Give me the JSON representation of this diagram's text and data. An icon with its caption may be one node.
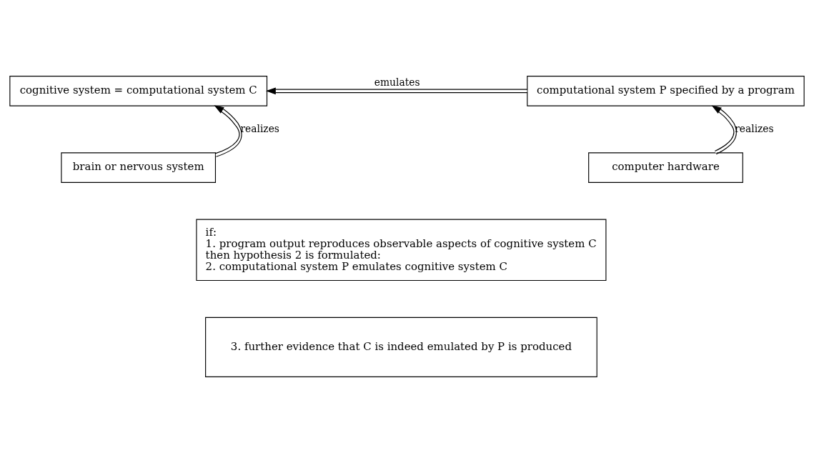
{
  "diagram": {
    "nodes": [
      {
        "text": [
          "cognitive system = computational system C"
        ]
      },
      {
        "text": [
          "computational system P specified by a program"
        ]
      },
      {
        "text": [
          "brain or nervous system"
        ]
      },
      {
        "text": [
          "computer hardware"
        ]
      },
      {
        "text": [
          "if:",
          "1. program output reproduces observable aspects of cognitive system C",
          "then hypothesis 2 is formulated:",
          "2. computational system P emulates cognitive system C"
        ]
      },
      {
        "text": [
          "3. further evidence that C is indeed emulated by P is produced"
        ]
      }
    ],
    "edges": [
      {
        "from": 1,
        "to": 0,
        "arrow": "to",
        "label": "emulates"
      },
      {
        "from": 2,
        "to": 0,
        "arrow": "to",
        "label": "realizes"
      },
      {
        "from": 3,
        "to": 1,
        "arrow": "to",
        "label": "realizes"
      }
    ]
  }
}
